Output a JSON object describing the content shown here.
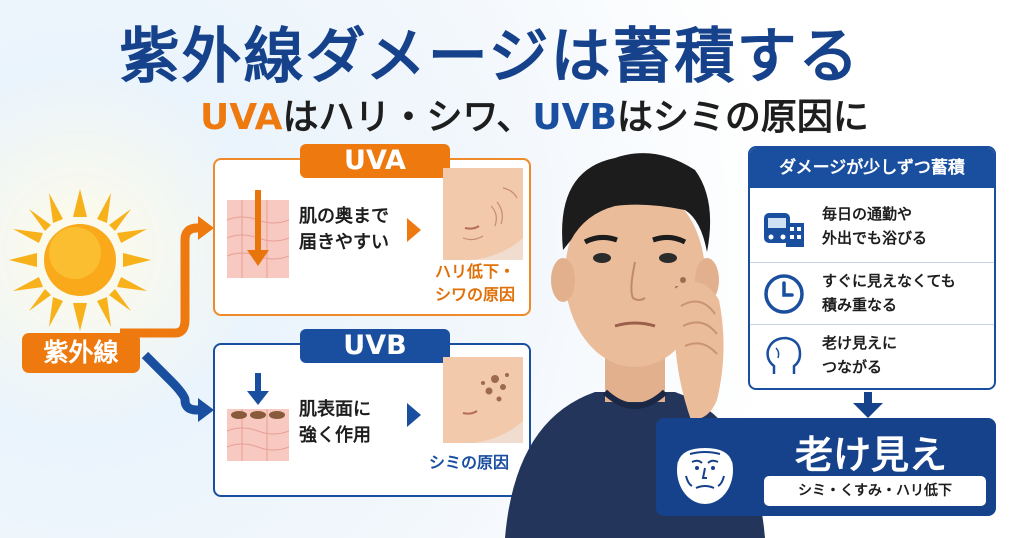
{
  "title": "紫外線ダメージは蓄積する",
  "subtitle": {
    "uva": "UVA",
    "uva_text": "はハリ・シワ、",
    "uvb": "UVB",
    "uvb_text": "はシミの原因に"
  },
  "uv_label": "紫外線",
  "uva_box": {
    "tag": "UVA",
    "line1": "肌の奥まで",
    "line2": "届きやすい",
    "result1": "ハリ低下・",
    "result2": "シワの原因"
  },
  "uvb_box": {
    "tag": "UVB",
    "line1": "肌表面に",
    "line2": "強く作用",
    "result1": "シミの原因"
  },
  "panel": {
    "header": "ダメージが少しずつ蓄積",
    "items": [
      {
        "icon": "bus-building-icon",
        "line1": "毎日の通勤や",
        "line2": "外出でも浴びる"
      },
      {
        "icon": "clock-icon",
        "line1": "すぐに見えなくても",
        "line2": "積み重なる"
      },
      {
        "icon": "head-profile-icon",
        "line1": "老け見えに",
        "line2": "つながる"
      }
    ]
  },
  "result": {
    "title": "老け見え",
    "sub": "シミ・くすみ・ハリ低下"
  },
  "colors": {
    "navy": "#16428c",
    "blue": "#1a4fa0",
    "orange": "#ee7a0f"
  }
}
